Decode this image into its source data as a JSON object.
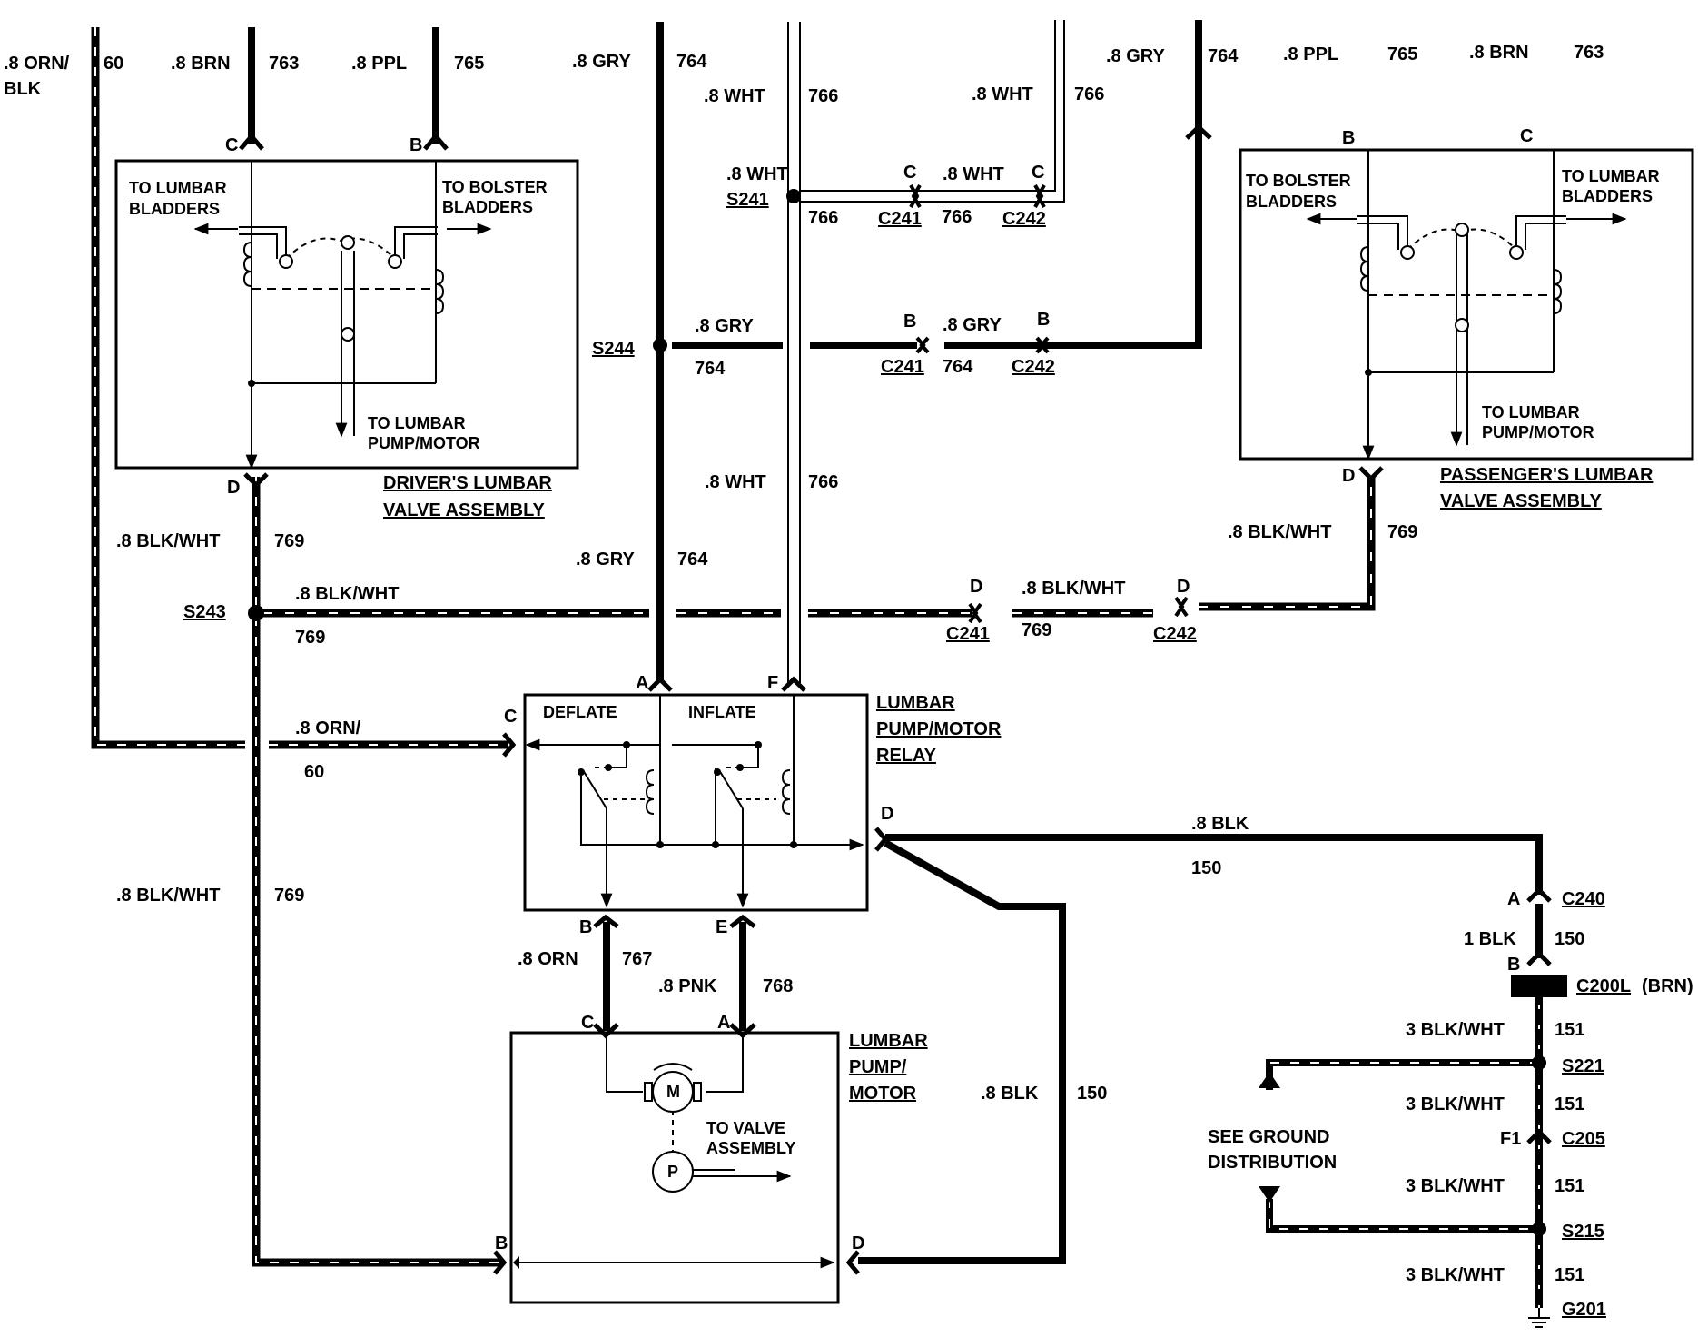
{
  "labels": {
    "w60": ".8 ORN/",
    "w60b": "BLK",
    "n60": "60",
    "w763": ".8 BRN",
    "n763": "763",
    "w765": ".8 PPL",
    "n765": "765",
    "w764": ".8 GRY",
    "n764": "764",
    "w766": ".8 WHT",
    "n766": "766",
    "w769": ".8 BLK/WHT",
    "n769": "769",
    "w767": ".8 ORN",
    "n767": "767",
    "w768": ".8 PNK",
    "n768": "768",
    "w150": ".8 BLK",
    "n150": "150",
    "w150b": "1 BLK",
    "w151": "3 BLK/WHT",
    "n151": "151",
    "pinA": "A",
    "pinB": "B",
    "pinC": "C",
    "pinD": "D",
    "pinE": "E",
    "pinF": "F",
    "pinF1": "F1",
    "s241": "S241",
    "s243": "S243",
    "s244": "S244",
    "s221": "S221",
    "s215": "S215",
    "c240": "C240",
    "c241": "C241",
    "c242": "C242",
    "c200l": "C200L",
    "c200l_color": "(BRN)",
    "c205": "C205",
    "g201": "G201",
    "to_lumbar_bladders_1": "TO LUMBAR",
    "to_lumbar_bladders_2": "BLADDERS",
    "to_bolster_bladders_1": "TO BOLSTER",
    "to_bolster_bladders_2": "BLADDERS",
    "to_pump_1": "TO LUMBAR",
    "to_pump_2": "PUMP/MOTOR",
    "driver_valve_1": "DRIVER'S LUMBAR",
    "driver_valve_2": "VALVE ASSEMBLY",
    "pass_valve_1": "PASSENGER'S LUMBAR",
    "pass_valve_2": "VALVE ASSEMBLY",
    "relay_1": "LUMBAR",
    "relay_2": "PUMP/MOTOR",
    "relay_3": "RELAY",
    "deflate": "DEFLATE",
    "inflate": "INFLATE",
    "pump_1": "LUMBAR",
    "pump_2": "PUMP/",
    "pump_3": "MOTOR",
    "motor_m": "M",
    "pump_p": "P",
    "to_valve_1": "TO VALVE",
    "to_valve_2": "ASSEMBLY",
    "see_ground_1": "SEE GROUND",
    "see_ground_2": "DISTRIBUTION"
  }
}
